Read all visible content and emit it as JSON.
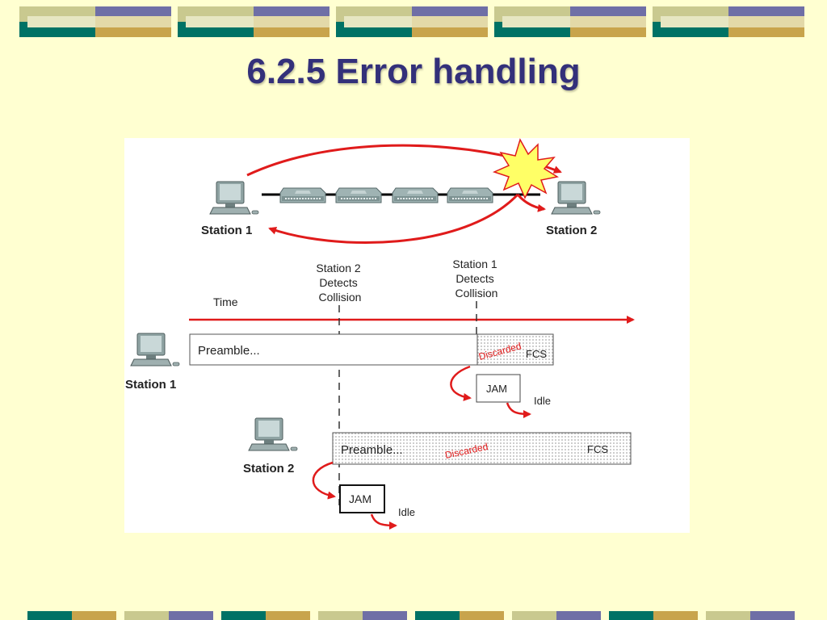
{
  "slide": {
    "title": "6.2.5 Error handling"
  },
  "diagram": {
    "station1_label": "Station 1",
    "station2_label": "Station 2",
    "time_label": "Time",
    "station2_detects": [
      "Station 2",
      "Detects",
      "Collision"
    ],
    "station1_detects": [
      "Station 1",
      "Detects",
      "Collision"
    ],
    "frame1": {
      "preamble": "Preamble...",
      "discarded": "Discarded",
      "fcs": "FCS",
      "jam": "JAM",
      "idle": "Idle"
    },
    "frame2": {
      "preamble": "Preamble...",
      "discarded": "Discarded",
      "fcs": "FCS",
      "jam": "JAM",
      "idle": "Idle"
    },
    "timeline_station1_label": "Station 1",
    "timeline_station2_label": "Station 2"
  },
  "colors": {
    "background": "#ffffd1",
    "title": "#33307a",
    "arrow": "#e01b1b",
    "burst": "#ffff66"
  }
}
